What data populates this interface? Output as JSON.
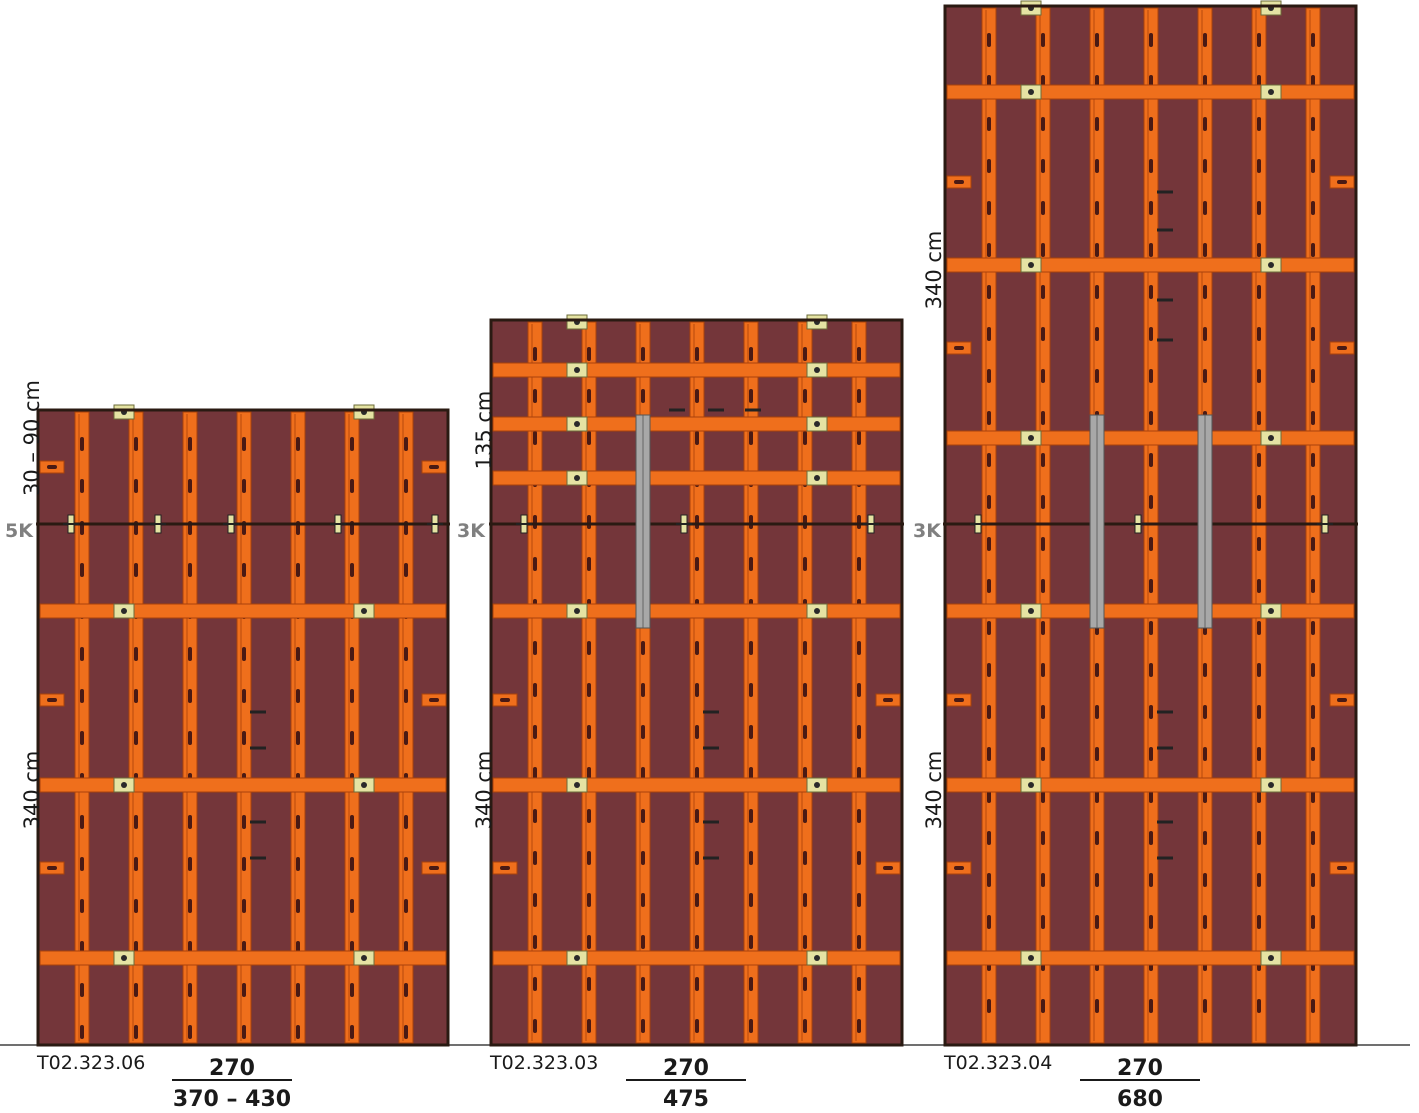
{
  "colors": {
    "panel": "#74363a",
    "frame": "#2a1a12",
    "timber": "#ef6f1c",
    "timber_edge": "#a9420b",
    "slot": "#4a1a14",
    "connector": "#e5e3a3",
    "steel": "#a8a8a8",
    "k_label": "#808080"
  },
  "baseline_visible": true,
  "panels": [
    {
      "code": "T02.323.06",
      "width": "270",
      "height": "370 – 430",
      "k_label": "5K",
      "dims": [
        {
          "label": "30 – 90 cm",
          "segment": "top"
        },
        {
          "label": "340 cm",
          "segment": "bottom"
        }
      ]
    },
    {
      "code": "T02.323.03",
      "width": "270",
      "height": "475",
      "k_label": "3K",
      "dims": [
        {
          "label": "135 cm",
          "segment": "top"
        },
        {
          "label": "340 cm",
          "segment": "bottom"
        }
      ]
    },
    {
      "code": "T02.323.04",
      "width": "270",
      "height": "680",
      "k_label": "3K",
      "dims": [
        {
          "label": "340 cm",
          "segment": "top"
        },
        {
          "label": "340 cm",
          "segment": "bottom"
        }
      ]
    }
  ]
}
